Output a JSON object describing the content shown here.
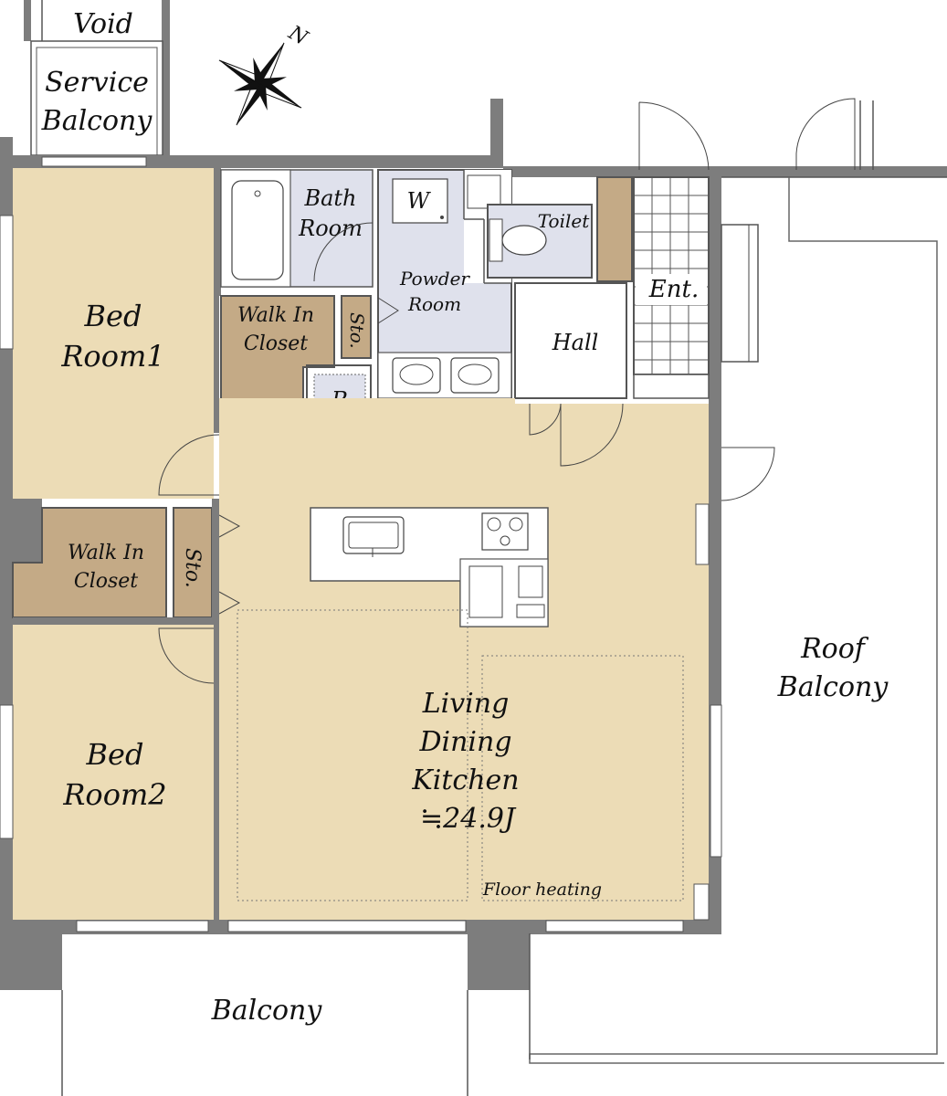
{
  "rooms": {
    "void": "Void",
    "service_balcony_line1": "Service",
    "service_balcony_line2": "Balcony",
    "bedroom1_line1": "Bed",
    "bedroom1_line2": "Room1",
    "bath_line1": "Bath",
    "bath_line2": "Room",
    "washer": "W",
    "toilet": "Toilet",
    "powder_line1": "Powder",
    "powder_line2": "Room",
    "entrance": "Ent.",
    "hall": "Hall",
    "wic1_line1": "Walk In",
    "wic1_line2": "Closet",
    "storage1": "Sto.",
    "refrigerator": "R",
    "wic2_line1": "Walk In",
    "wic2_line2": "Closet",
    "storage2": "Sto.",
    "bedroom2_line1": "Bed",
    "bedroom2_line2": "Room2",
    "ldk_line1": "Living",
    "ldk_line2": "Dining",
    "ldk_line3": "Kitchen",
    "ldk_area": "≒24.9J",
    "floor_heating": "Floor heating",
    "roof_balcony_line1": "Roof",
    "roof_balcony_line2": "Balcony",
    "balcony": "Balcony"
  },
  "compass": {
    "label": "N"
  },
  "colors": {
    "room_tan": "#ecdcb6",
    "closet_brown": "#c4aa86",
    "wet_area_blue": "#dfe1ec",
    "wall_gray": "#7d7d7d"
  }
}
